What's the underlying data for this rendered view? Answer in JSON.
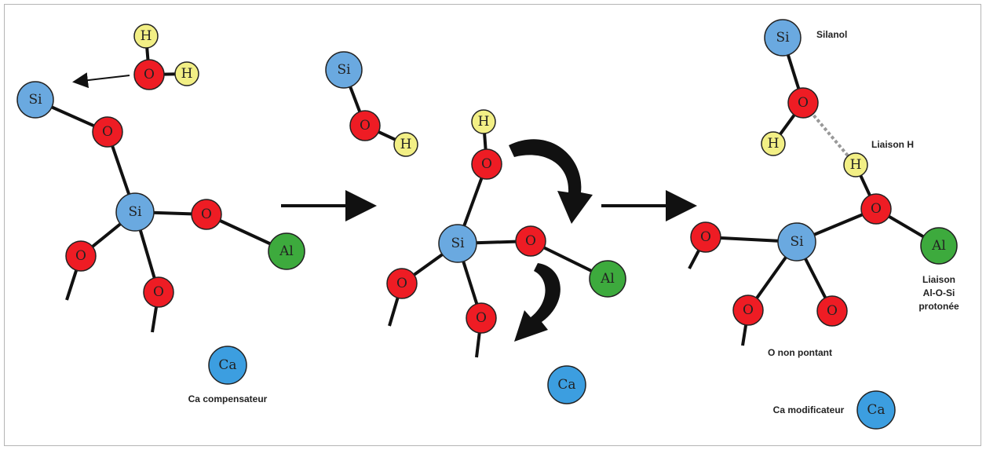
{
  "elements": {
    "si": "Si",
    "o": "O",
    "h": "H",
    "al": "Al",
    "ca": "Ca"
  },
  "colors": {
    "si": "#6aa9e0",
    "o": "#ee1c24",
    "h": "#f2ef85",
    "al": "#3daa3d",
    "ca": "#3c9ee0",
    "bond": "#111111",
    "hbond": "#999999",
    "frame": "#b5b5b5"
  },
  "labels": {
    "ca_compensateur": "Ca compensateur",
    "silanol": "Silanol",
    "liaison_h": "Liaison H",
    "liaison_line1": "Liaison",
    "liaison_line2": "Al-O-Si",
    "liaison_line3": "protonée",
    "o_non_pontant": "O non pontant",
    "ca_modificateur": "Ca modificateur"
  }
}
